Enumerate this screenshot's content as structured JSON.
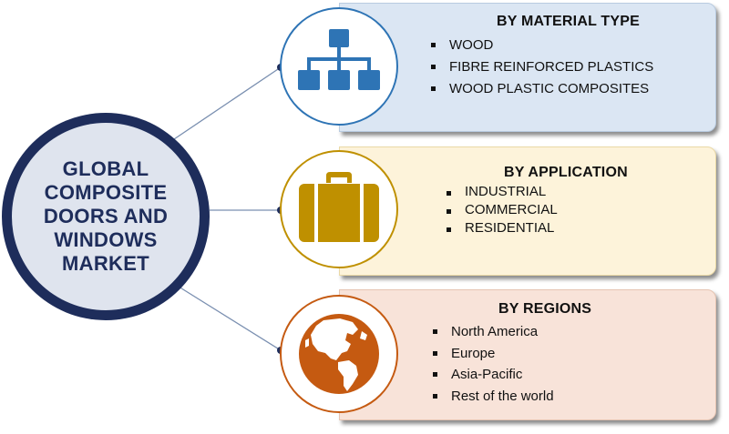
{
  "main": {
    "title": "GLOBAL\nCOMPOSITE\nDOORS AND\nWINDOWS\nMARKET"
  },
  "segments": [
    {
      "title": "BY MATERIAL TYPE",
      "items": [
        "WOOD",
        "FIBRE REINFORCED PLASTICS",
        "WOOD PLASTIC COMPOSITES"
      ],
      "icon": "hierarchy-icon",
      "accent_color": "#2e74b5",
      "panel_color": "#dbe6f3"
    },
    {
      "title": "BY APPLICATION",
      "items": [
        "INDUSTRIAL",
        "COMMERCIAL",
        "RESIDENTIAL"
      ],
      "icon": "briefcase-icon",
      "accent_color": "#bf9000",
      "panel_color": "#fdf3da"
    },
    {
      "title": "BY REGIONS",
      "items": [
        "North America",
        "Europe",
        "Asia-Pacific",
        "Rest of the world"
      ],
      "icon": "globe-icon",
      "accent_color": "#c55a11",
      "panel_color": "#f8e3d9"
    }
  ],
  "colors": {
    "main_ring": "#1e2d5b",
    "main_fill": "#dfe4ee",
    "connector": "#7a8fb0",
    "connector_dot": "#1e2d5b"
  }
}
